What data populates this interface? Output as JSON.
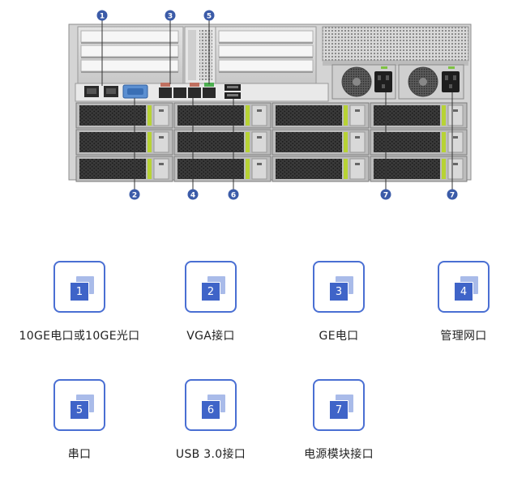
{
  "callouts": [
    {
      "number": "1"
    },
    {
      "number": "3"
    },
    {
      "number": "5"
    },
    {
      "number": "2"
    },
    {
      "number": "4"
    },
    {
      "number": "6"
    },
    {
      "number": "7"
    },
    {
      "number": "7"
    }
  ],
  "legend": [
    {
      "number": "1",
      "label": "10GE电口或10GE光口"
    },
    {
      "number": "2",
      "label": "VGA接口"
    },
    {
      "number": "3",
      "label": "GE电口"
    },
    {
      "number": "4",
      "label": "管理网口"
    },
    {
      "number": "5",
      "label": "串口"
    },
    {
      "number": "6",
      "label": "USB 3.0接口"
    },
    {
      "number": "7",
      "label": "电源模块接口"
    }
  ],
  "colors": {
    "accent": "#3f64c8",
    "badge": "#3b5ba8",
    "vga": "#5b8fd1",
    "drive_tab": "#b7d334",
    "psu_led": "#7ec242"
  }
}
